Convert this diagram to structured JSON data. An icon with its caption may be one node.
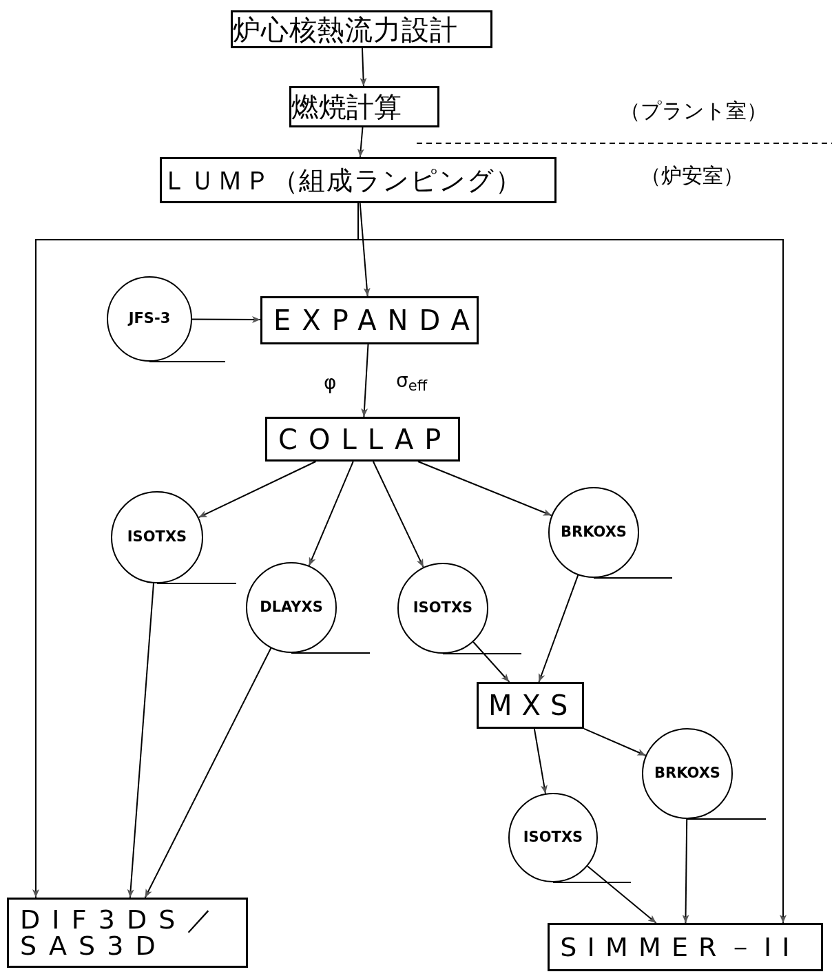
{
  "diagram": {
    "nodes": [
      {
        "text": [
          "炉心核熱流力設計"
        ]
      },
      {
        "text": [
          "燃焼計算"
        ]
      },
      {
        "text": [
          "ＬＵＭＰ（組成ランピング）"
        ]
      },
      {
        "text": [
          "JFS-3"
        ]
      },
      {
        "text": [
          "EXPANDA"
        ]
      },
      {
        "text": [
          "COLLAP"
        ]
      },
      {
        "text": [
          "ISOTXS"
        ]
      },
      {
        "text": [
          "DLAYXS"
        ]
      },
      {
        "text": [
          "ISOTXS"
        ]
      },
      {
        "text": [
          "BRKOXS"
        ]
      },
      {
        "text": [
          "MXS"
        ]
      },
      {
        "text": [
          "BRKOXS"
        ]
      },
      {
        "text": [
          "ISOTXS"
        ]
      },
      {
        "text": [
          "DIF3DS／ SAS3D"
        ]
      },
      {
        "text": [
          "SIMMER－II"
        ]
      }
    ],
    "edges": [
      {
        "from": 0,
        "to": 1,
        "arrow": "to"
      },
      {
        "from": 1,
        "to": 2,
        "arrow": "to"
      },
      {
        "from": 2,
        "to": 4,
        "arrow": "to"
      },
      {
        "from": 2,
        "to": 13,
        "arrow": "to"
      },
      {
        "from": 2,
        "to": 14,
        "arrow": "to"
      },
      {
        "from": 3,
        "to": 4,
        "arrow": "to"
      },
      {
        "from": 4,
        "to": 5,
        "arrow": "to"
      },
      {
        "from": 5,
        "to": 6,
        "arrow": "to"
      },
      {
        "from": 5,
        "to": 7,
        "arrow": "to"
      },
      {
        "from": 5,
        "to": 8,
        "arrow": "to"
      },
      {
        "from": 5,
        "to": 9,
        "arrow": "to"
      },
      {
        "from": 6,
        "to": 13,
        "arrow": "to"
      },
      {
        "from": 7,
        "to": 13,
        "arrow": "to"
      },
      {
        "from": 8,
        "to": 10,
        "arrow": "to"
      },
      {
        "from": 9,
        "to": 10,
        "arrow": "to"
      },
      {
        "from": 10,
        "to": 12,
        "arrow": "to"
      },
      {
        "from": 10,
        "to": 11,
        "arrow": "to"
      },
      {
        "from": 12,
        "to": 14,
        "arrow": "to"
      },
      {
        "from": 11,
        "to": 14,
        "arrow": "to"
      }
    ],
    "labels": [
      "（プラント室）",
      "（炉安室）",
      "φ",
      "σ$_{eff}$"
    ]
  }
}
